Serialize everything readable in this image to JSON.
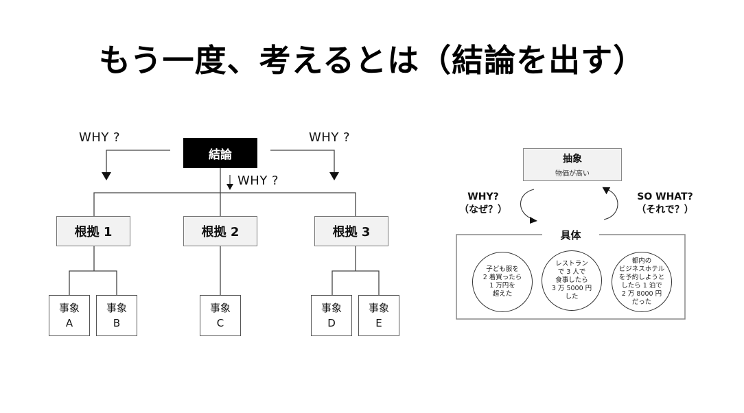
{
  "title": "もう一度、考えるとは（結論を出す）",
  "tree": {
    "conclusion": "結論",
    "why_left": "WHY ?",
    "why_right": "WHY ?",
    "why_center": "WHY ?",
    "down_arrow": "↓",
    "reasons": [
      {
        "label": "根拠 1"
      },
      {
        "label": "根拠 2"
      },
      {
        "label": "根拠 3"
      }
    ],
    "events": [
      {
        "line1": "事象",
        "line2": "A"
      },
      {
        "line1": "事象",
        "line2": "B"
      },
      {
        "line1": "事象",
        "line2": "C"
      },
      {
        "line1": "事象",
        "line2": "D"
      },
      {
        "line1": "事象",
        "line2": "E"
      }
    ]
  },
  "cycle": {
    "abstract_title": "抽象",
    "abstract_sub": "物価が高い",
    "why_label": "WHY?\n（なぜ？）",
    "why_line1": "WHY?",
    "why_line2": "（なぜ？）",
    "sowhat_line1": "SO WHAT?",
    "sowhat_line2": "（それで？）",
    "concrete_title": "具体",
    "examples": [
      "子ども服を\n2 着買ったら\n1 万円を\n超えた",
      "レストラン\nで 3 人で\n食事したら\n3 万 5000 円\nした",
      "都内の\nビジネスホテル\nを予約しようと\nしたら 1 泊で\n2 万 8000 円\nだった"
    ]
  }
}
